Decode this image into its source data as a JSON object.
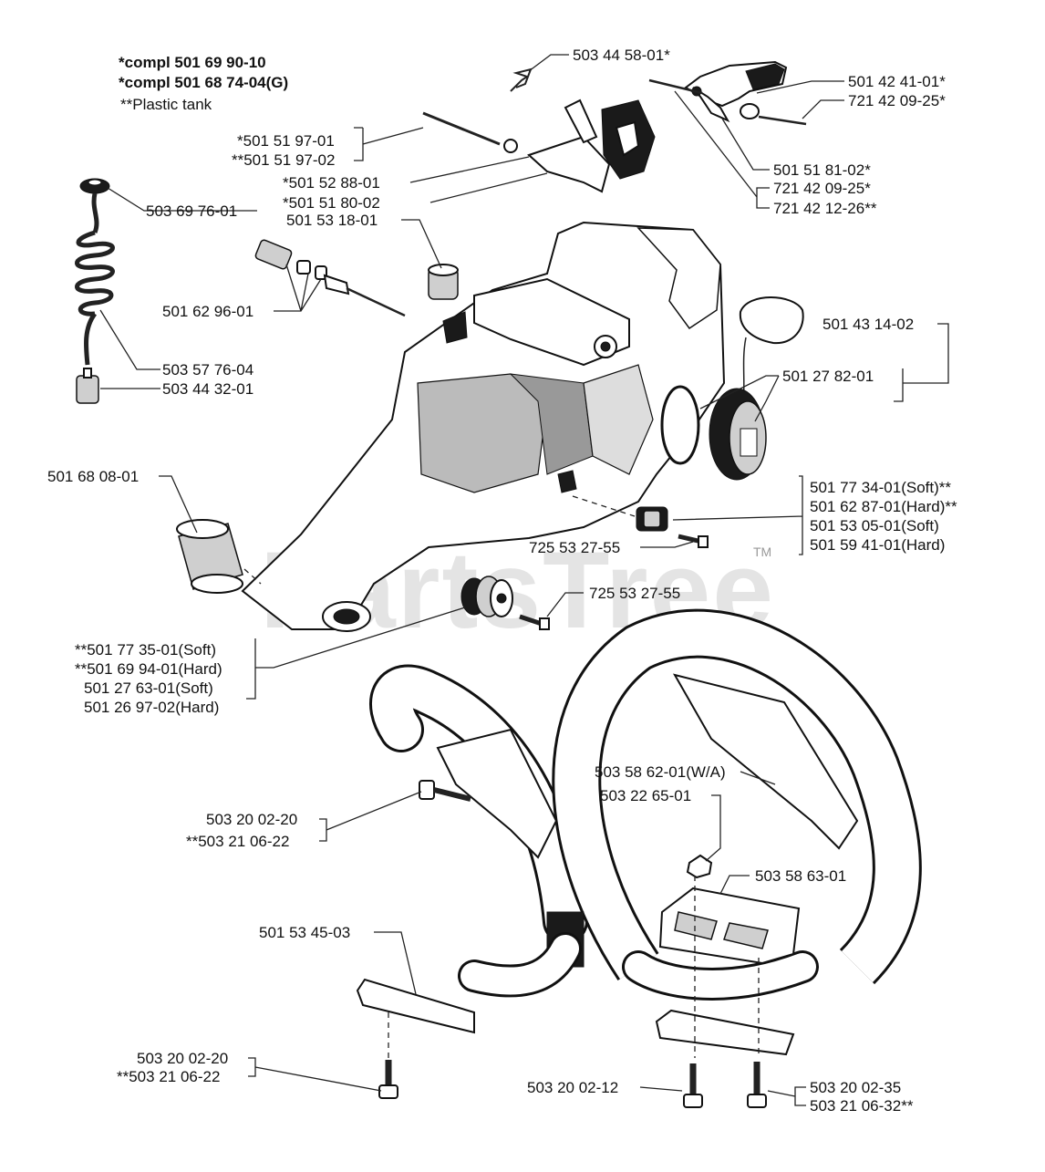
{
  "header": {
    "line1": "*compl 501 69 90-10",
    "line2": "*compl 501 68 74-04(G)",
    "line3": "**Plastic tank"
  },
  "watermark": {
    "text": "PartsTree",
    "tm": "TM"
  },
  "labels": {
    "l_503_44_58_01": "503 44 58-01*",
    "l_501_42_41_01": "501 42 41-01*",
    "l_721_42_09_25_a": "721 42 09-25*",
    "l_501_51_97_01": "*501 51 97-01",
    "l_501_51_97_02": "**501 51 97-02",
    "l_501_52_88_01": "*501 52 88-01",
    "l_501_51_80_02": "*501 51 80-02",
    "l_501_51_81_02": "501 51 81-02*",
    "l_721_42_09_25_b": "721 42 09-25*",
    "l_721_42_12_26": "721 42 12-26**",
    "l_503_69_76_01": "503 69 76-01",
    "l_501_53_18_01": "501 53 18-01",
    "l_501_62_96_01": "501 62 96-01",
    "l_501_43_14_02": "501 43 14-02",
    "l_501_27_82_01": "501 27 82-01",
    "l_503_57_76_04": "503 57 76-04",
    "l_503_44_32_01": "503 44 32-01",
    "l_501_68_08_01": "501 68 08-01",
    "l_501_77_34_01": "501 77 34-01(Soft)**",
    "l_501_62_87_01": "501 62 87-01(Hard)**",
    "l_501_53_05_01": "501 53 05-01(Soft)",
    "l_501_59_41_01": "501 59 41-01(Hard)",
    "l_725_53_27_55_a": "725 53 27-55",
    "l_725_53_27_55_b": "725 53 27-55",
    "l_501_77_35_01": "**501 77 35-01(Soft)",
    "l_501_69_94_01": "**501 69 94-01(Hard)",
    "l_501_27_63_01": "501 27 63-01(Soft)",
    "l_501_26_97_02": "501 26 97-02(Hard)",
    "l_503_58_62_01": "503 58 62-01(W/A)",
    "l_503_22_65_01": "503 22 65-01",
    "l_503_58_63_01": "503 58 63-01",
    "l_503_20_02_20_a": "503 20 02-20",
    "l_503_21_06_22_a": "**503 21 06-22",
    "l_501_53_45_03": "501 53 45-03",
    "l_503_20_02_20_b": "503 20 02-20",
    "l_503_21_06_22_b": "**503 21 06-22",
    "l_503_20_02_12": "503 20 02-12",
    "l_503_20_02_35": "503 20 02-35",
    "l_503_21_06_32": "503 21 06-32**"
  }
}
